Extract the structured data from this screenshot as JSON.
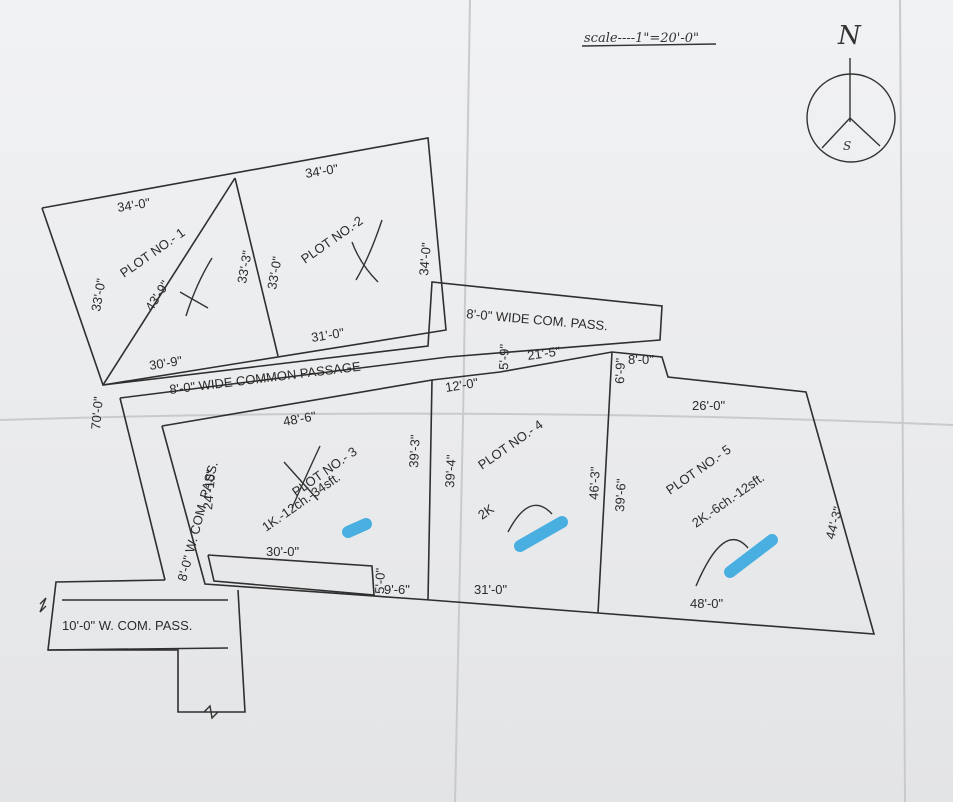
{
  "scale": "scale----1\"=20'-0\"",
  "compass": {
    "north": "N",
    "south": "S"
  },
  "plots": [
    {
      "name": "PLOT NO.- 1"
    },
    {
      "name": "PLOT NO.-2"
    },
    {
      "name": "PLOT NO.- 3",
      "area": "1K.-12ch.-34sft."
    },
    {
      "name": "PLOT NO.- 4",
      "area": "2K"
    },
    {
      "name": "PLOT NO.- 5",
      "area": "2K.-6ch.-12sft."
    }
  ],
  "passages": {
    "common_8": "8'-0\" WIDE COMMON PASSAGE",
    "com_pass_8": "8'-0\" WIDE COM. PASS.",
    "w_com_pass_8": "8'-0\" W. COM. PASS.",
    "w_com_pass_10": "10'-0\" W. COM. PASS."
  },
  "dims": {
    "p1_top": "34'-0\"",
    "p1_left": "33'-0\"",
    "p1_diag": "43'-9\"",
    "p1_right": "33'-3\"",
    "p1_bottom": "30'-9\"",
    "p2_top": "34'-0\"",
    "p2_left": "33'-0\"",
    "p2_right": "34'-0\"",
    "p2_bottom": "31'-0\"",
    "overall_left": "70'-0\"",
    "p3_top": "48'-6\"",
    "p3_left": "24'-10\"",
    "p3_right": "39'-3\"",
    "p3_bottom_inner": "30'-0\"",
    "p3_small_a": "5'-0\"",
    "p3_small_b": "9'-6\"",
    "p4_top": "12'-0\"",
    "p4_left": "39'-4\"",
    "p4_small": "5'-9\"",
    "p4_top2": "21'-5\"",
    "p4_right": "46'-3\"",
    "p4_bottom": "31'-0\"",
    "p5_small_a": "6'-9\"",
    "p5_small_b": "8'-0\"",
    "p5_top": "26'-0\"",
    "p5_left": "39'-6\"",
    "p5_right": "44'-3\"",
    "p5_bottom": "48'-0\""
  }
}
